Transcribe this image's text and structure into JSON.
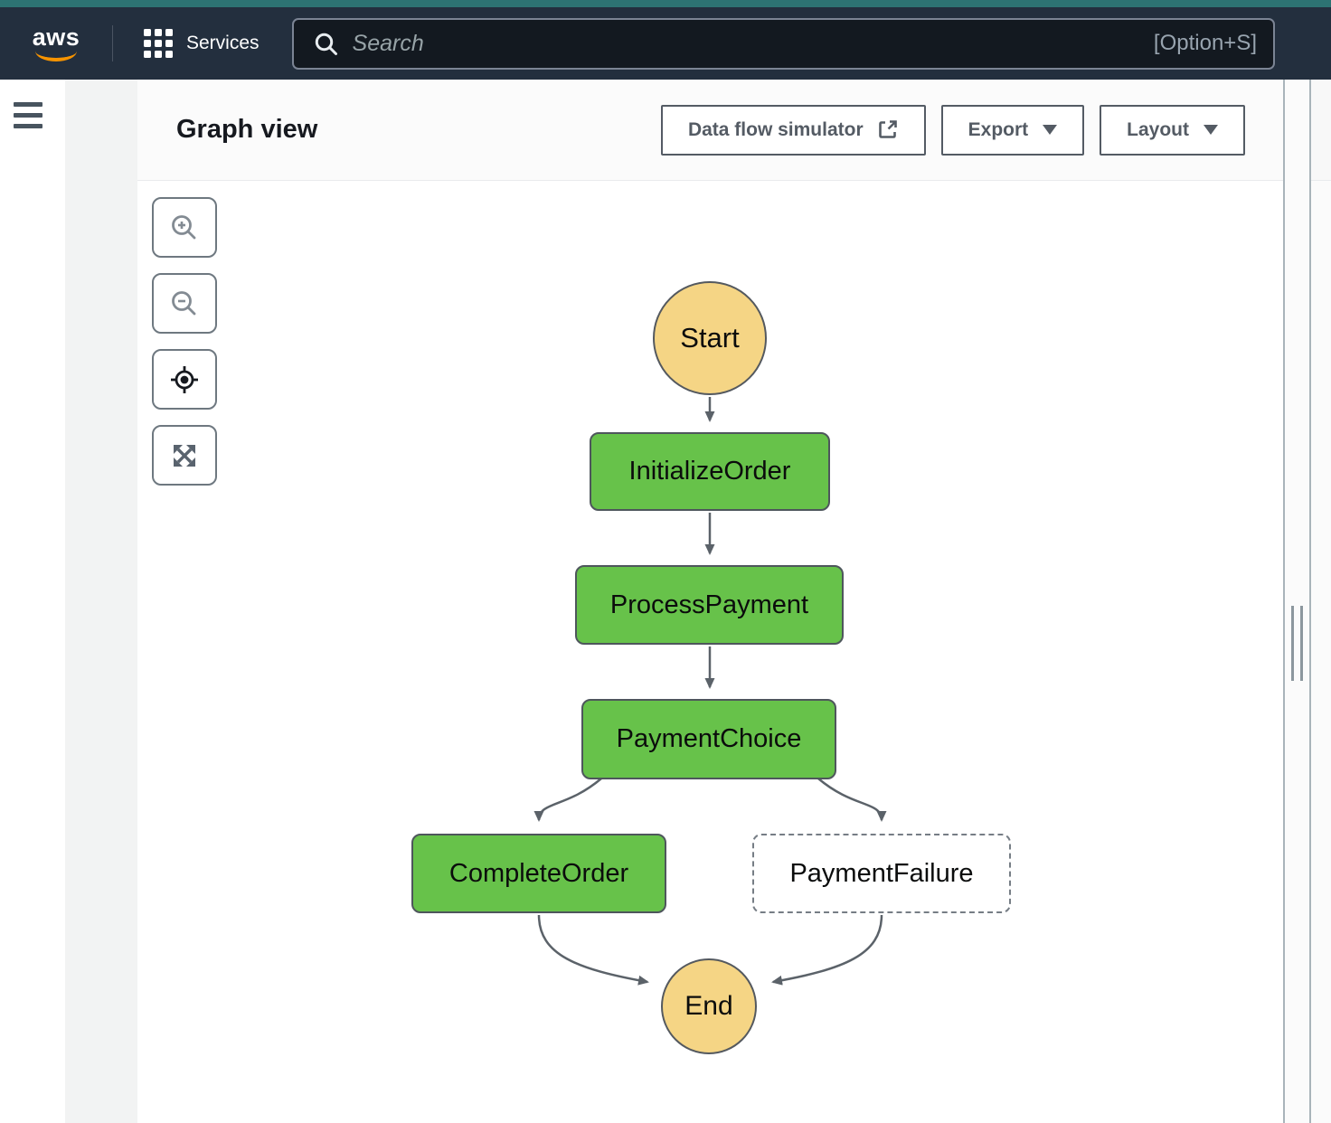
{
  "topnav": {
    "logo_text": "aws",
    "services_label": "Services",
    "search_placeholder": "Search",
    "search_shortcut": "[Option+S]"
  },
  "header": {
    "title": "Graph view",
    "simulator_button": "Data flow simulator",
    "export_button": "Export",
    "layout_button": "Layout"
  },
  "canvas_toolbar": {
    "icons": [
      "zoom-in-icon",
      "zoom-out-icon",
      "center-view-icon",
      "fit-view-icon"
    ]
  },
  "graph": {
    "nodes": [
      {
        "id": "start",
        "label": "Start",
        "type": "terminal-circle"
      },
      {
        "id": "init",
        "label": "InitializeOrder",
        "type": "task"
      },
      {
        "id": "process",
        "label": "ProcessPayment",
        "type": "task"
      },
      {
        "id": "choice",
        "label": "PaymentChoice",
        "type": "choice"
      },
      {
        "id": "complete",
        "label": "CompleteOrder",
        "type": "task"
      },
      {
        "id": "failure",
        "label": "PaymentFailure",
        "type": "fail-dashed"
      },
      {
        "id": "end",
        "label": "End",
        "type": "terminal-circle"
      }
    ],
    "edges": [
      {
        "from": "start",
        "to": "init"
      },
      {
        "from": "init",
        "to": "process"
      },
      {
        "from": "process",
        "to": "choice"
      },
      {
        "from": "choice",
        "to": "complete"
      },
      {
        "from": "choice",
        "to": "failure"
      },
      {
        "from": "complete",
        "to": "end"
      },
      {
        "from": "failure",
        "to": "end"
      }
    ]
  },
  "colors": {
    "nav_background": "#232f3e",
    "teal_strip": "#2d7373",
    "accent_orange": "#f79400",
    "task_green": "#67c24a",
    "terminal_yellow": "#f5d585",
    "node_border": "#4e565c",
    "edge_gray": "#5b6269",
    "button_gray": "#545b64"
  }
}
